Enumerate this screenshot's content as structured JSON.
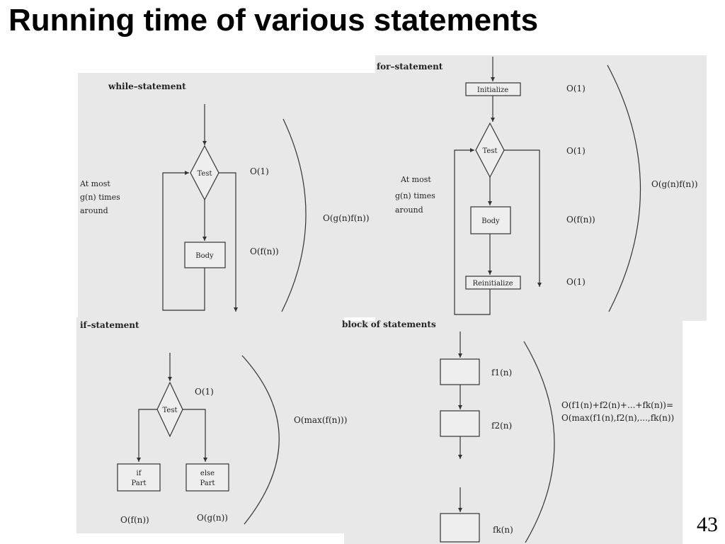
{
  "slide": {
    "title": "Running time of various statements",
    "page_number": "43"
  },
  "while_stmt": {
    "header": "while–statement",
    "side_lines": [
      "At most",
      "g(n) times",
      "around"
    ],
    "test": "Test",
    "body": "Body",
    "cost_test": "O(1)",
    "cost_body": "O(f(n))",
    "total": "O(g(n)f(n))"
  },
  "for_stmt": {
    "header": "for–statement",
    "initialize": "Initialize",
    "test": "Test",
    "body": "Body",
    "reinitialize": "Reinitialize",
    "side_lines": [
      "At most",
      "g(n) times",
      "around"
    ],
    "cost_init": "O(1)",
    "cost_test": "O(1)",
    "cost_body": "O(f(n))",
    "cost_reinit": "O(1)",
    "total": "O(g(n)f(n))"
  },
  "if_stmt": {
    "header": "if–statement",
    "test": "Test",
    "if_part": [
      "if",
      "Part"
    ],
    "else_part": [
      "else",
      "Part"
    ],
    "cost_test": "O(1)",
    "cost_if": "O(f(n))",
    "cost_else": "O(g(n))",
    "total": "O(max(f(n)))"
  },
  "block_stmt": {
    "header": "block of statements",
    "cost_1": "f1(n)",
    "cost_2": "f2(n)",
    "cost_k": "fk(n)",
    "total_lines": [
      "O(f1(n)+f2(n)+...+fk(n))=",
      "O(max(f1(n),f2(n),...,fk(n))"
    ]
  }
}
